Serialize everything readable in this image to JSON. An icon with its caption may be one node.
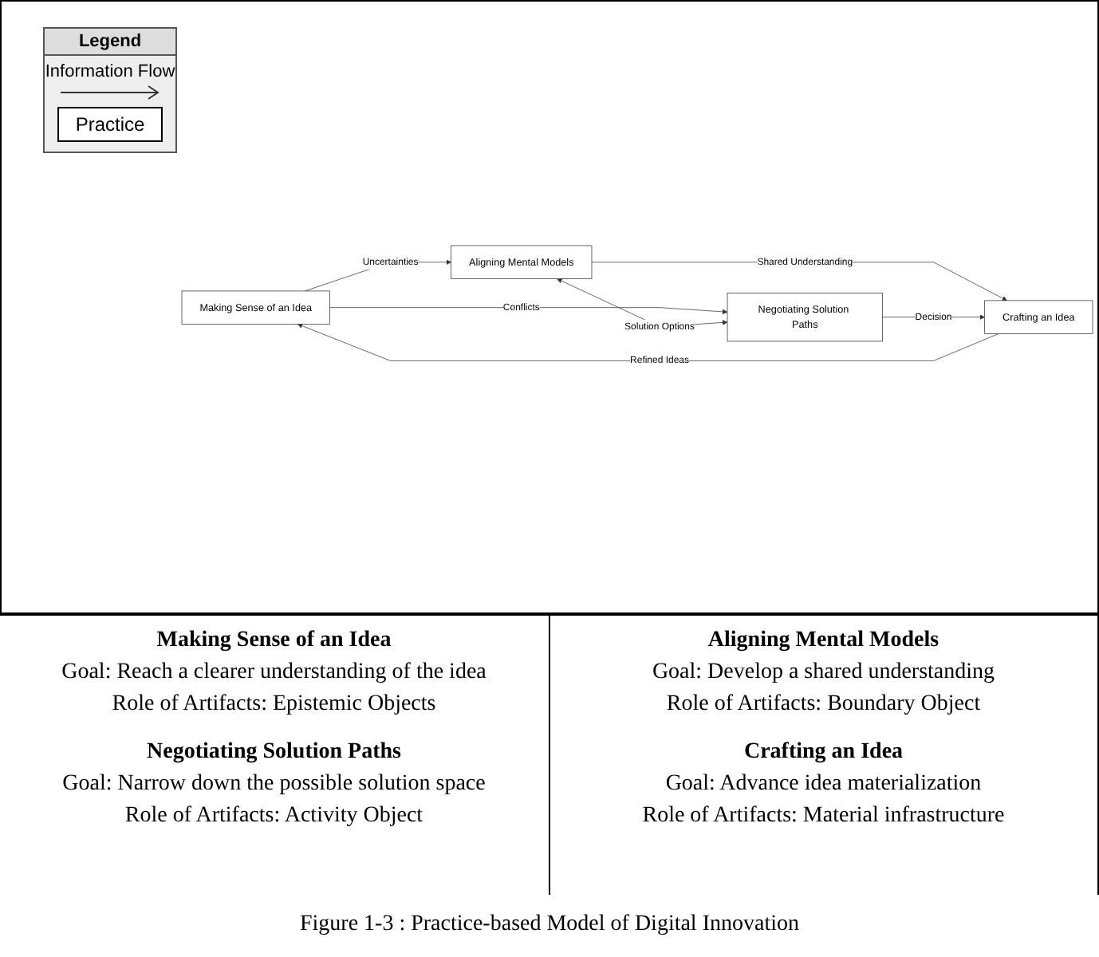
{
  "diagram": {
    "caption": "Figure 1-3 : Practice-based Model of Digital Innovation",
    "nodes": [
      {
        "text": [
          "Making Sense of an Idea"
        ]
      },
      {
        "text": [
          "Aligning Mental Models"
        ]
      },
      {
        "text": [
          "Negotiating Solution Paths"
        ]
      },
      {
        "text": [
          "Crafting an Idea"
        ]
      }
    ],
    "edges": [
      {
        "from": 0,
        "to": 1,
        "arrow": "to",
        "label": "Uncertainties"
      },
      {
        "from": 0,
        "to": 2,
        "arrow": "to",
        "label": "Conflicts"
      },
      {
        "from": 1,
        "to": 2,
        "arrow": "both",
        "label": "Solution Options"
      },
      {
        "from": 1,
        "to": 3,
        "arrow": "to",
        "label": "Shared Understanding"
      },
      {
        "from": 2,
        "to": 3,
        "arrow": "to",
        "label": "Decision"
      },
      {
        "from": 3,
        "to": 0,
        "arrow": "to",
        "label": "Refined Ideas"
      }
    ],
    "labels": [
      "Legend",
      "Making Sense of an Idea",
      "Aligning Mental Models",
      "Goal: Reach a clearer understanding of the idea",
      "Goal: Develop a shared understanding",
      "Role of Artifacts: Epistemic Objects",
      "Role of Artifacts: Boundary Object",
      "Negotiating Solution Paths",
      "Crafting an Idea",
      "Goal: Narrow down the possible solution space",
      "Goal: Advance idea materialization",
      "Role of Artifacts: Activity Object",
      "Role of Artifacts: Material infrastructure"
    ],
    "legend": [
      {
        "text": "Information Flow"
      },
      {
        "text": "Practice"
      }
    ]
  }
}
